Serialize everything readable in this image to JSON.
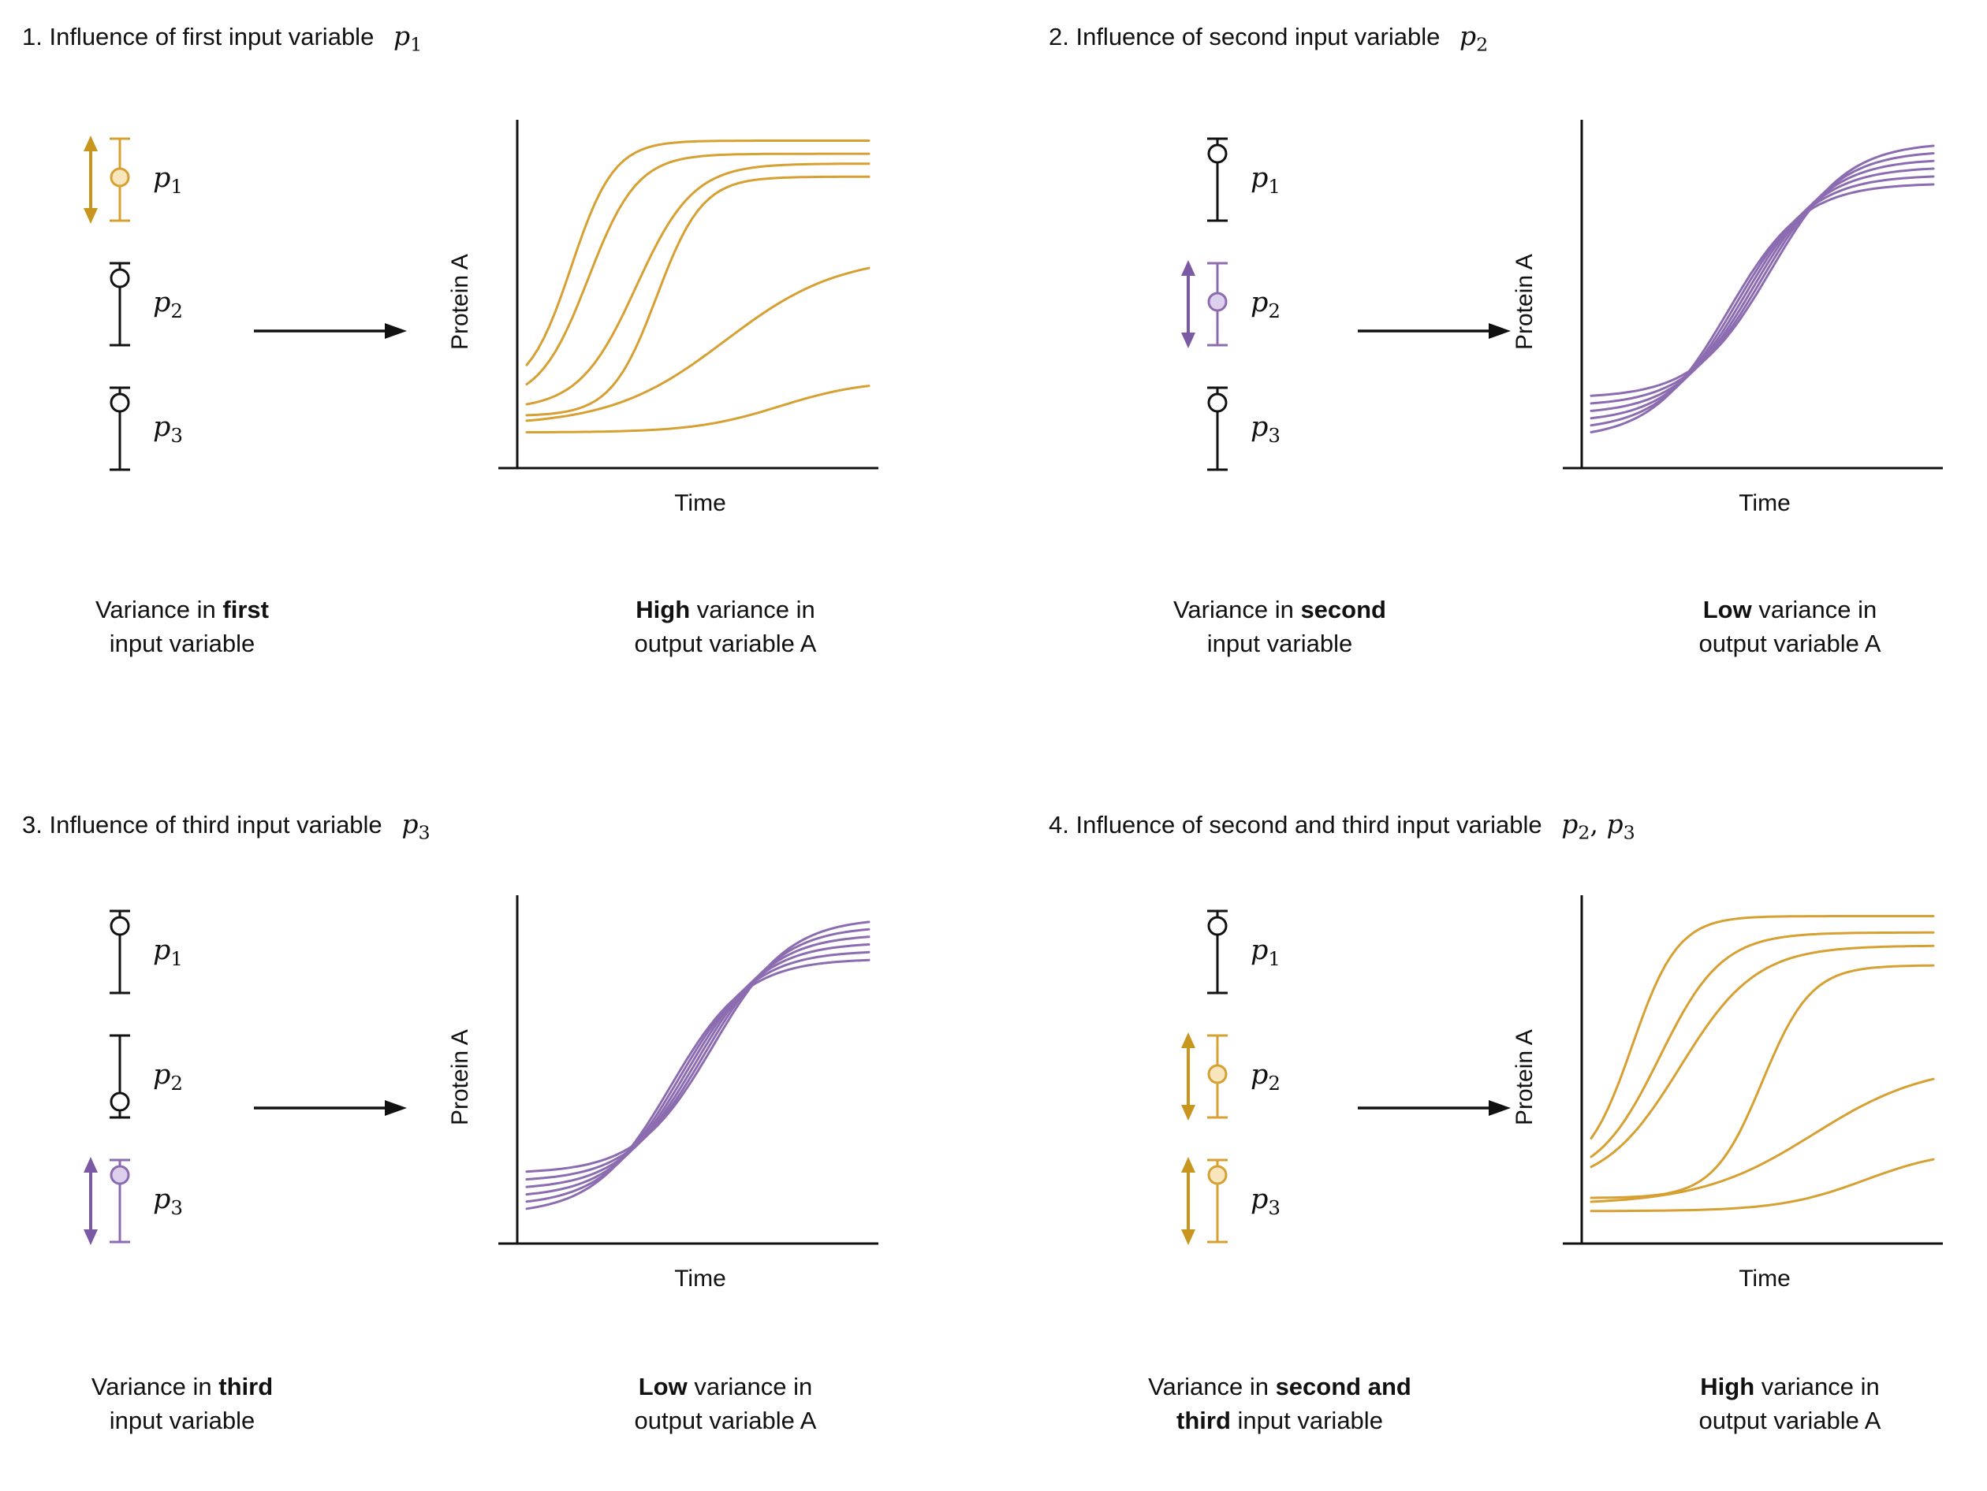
{
  "colors": {
    "ink": "#111111",
    "gold": "#D6A032",
    "gold_light": "#F8E6BC",
    "gold_dark": "#C8951F",
    "purple": "#8C6CB0",
    "purple_light": "#DCD0EC",
    "purple_dark": "#7B59A4"
  },
  "panels": [
    {
      "title": "1. Influence of first input variable",
      "title_vars": [
        {
          "label": "p",
          "sub": "1"
        }
      ],
      "variables": [
        {
          "label": "p",
          "sub": "1",
          "variant": "gold",
          "arrow": true,
          "circle": "middle"
        },
        {
          "label": "p",
          "sub": "2",
          "variant": "black",
          "arrow": false,
          "circle": "top"
        },
        {
          "label": "p",
          "sub": "3",
          "variant": "black",
          "arrow": false,
          "circle": "top"
        }
      ],
      "chart": {
        "ylabel": "Protein A",
        "xlabel": "Time",
        "color": "gold",
        "variance": "high",
        "curves": [
          {
            "y0": 0.2,
            "ymax": 0.97,
            "t0": 0.13,
            "k": 16
          },
          {
            "y0": 0.17,
            "ymax": 0.93,
            "t0": 0.18,
            "k": 14
          },
          {
            "y0": 0.15,
            "ymax": 0.9,
            "t0": 0.32,
            "k": 12
          },
          {
            "y0": 0.13,
            "ymax": 0.86,
            "t0": 0.38,
            "k": 15
          },
          {
            "y0": 0.1,
            "ymax": 0.62,
            "t0": 0.58,
            "k": 6
          },
          {
            "y0": 0.08,
            "ymax": 0.24,
            "t0": 0.74,
            "k": 8
          }
        ]
      },
      "caption_left": {
        "lines": [
          [
            {
              "t": "Variance in "
            },
            {
              "t": "first",
              "b": 1
            }
          ],
          [
            {
              "t": "input variable"
            }
          ]
        ]
      },
      "caption_right": {
        "lines": [
          [
            {
              "t": "High",
              "b": 1
            },
            {
              "t": " variance in"
            }
          ],
          [
            {
              "t": "output variable A"
            }
          ]
        ]
      }
    },
    {
      "title": "2. Influence of second input variable",
      "title_vars": [
        {
          "label": "p",
          "sub": "2"
        }
      ],
      "variables": [
        {
          "label": "p",
          "sub": "1",
          "variant": "black",
          "arrow": false,
          "circle": "top"
        },
        {
          "label": "p",
          "sub": "2",
          "variant": "purple",
          "arrow": true,
          "circle": "middle"
        },
        {
          "label": "p",
          "sub": "3",
          "variant": "black",
          "arrow": false,
          "circle": "top"
        }
      ],
      "chart": {
        "ylabel": "Protein A",
        "xlabel": "Time",
        "color": "purple",
        "variance": "low",
        "curves": [
          {
            "y0": 0.06,
            "ymax": 0.84,
            "t0": 0.4,
            "k": 9
          },
          {
            "y0": 0.085,
            "ymax": 0.865,
            "t0": 0.425,
            "k": 9
          },
          {
            "y0": 0.11,
            "ymax": 0.89,
            "t0": 0.45,
            "k": 9
          },
          {
            "y0": 0.135,
            "ymax": 0.915,
            "t0": 0.475,
            "k": 9
          },
          {
            "y0": 0.16,
            "ymax": 0.94,
            "t0": 0.5,
            "k": 9
          },
          {
            "y0": 0.185,
            "ymax": 0.965,
            "t0": 0.525,
            "k": 9
          }
        ]
      },
      "caption_left": {
        "lines": [
          [
            {
              "t": "Variance in "
            },
            {
              "t": "second",
              "b": 1
            }
          ],
          [
            {
              "t": "input variable"
            }
          ]
        ]
      },
      "caption_right": {
        "lines": [
          [
            {
              "t": "Low",
              "b": 1
            },
            {
              "t": " variance in"
            }
          ],
          [
            {
              "t": "output variable A"
            }
          ]
        ]
      }
    },
    {
      "title": "3. Influence of third input variable",
      "title_vars": [
        {
          "label": "p",
          "sub": "3"
        }
      ],
      "variables": [
        {
          "label": "p",
          "sub": "1",
          "variant": "black",
          "arrow": false,
          "circle": "top"
        },
        {
          "label": "p",
          "sub": "2",
          "variant": "black",
          "arrow": false,
          "circle": "bottom"
        },
        {
          "label": "p",
          "sub": "3",
          "variant": "purple",
          "arrow": true,
          "circle": "top"
        }
      ],
      "chart": {
        "ylabel": "Protein A",
        "xlabel": "Time",
        "color": "purple",
        "variance": "low",
        "curves": [
          {
            "y0": 0.06,
            "ymax": 0.84,
            "t0": 0.42,
            "k": 9
          },
          {
            "y0": 0.085,
            "ymax": 0.865,
            "t0": 0.445,
            "k": 9
          },
          {
            "y0": 0.11,
            "ymax": 0.89,
            "t0": 0.47,
            "k": 9
          },
          {
            "y0": 0.135,
            "ymax": 0.915,
            "t0": 0.495,
            "k": 9
          },
          {
            "y0": 0.16,
            "ymax": 0.94,
            "t0": 0.52,
            "k": 9
          },
          {
            "y0": 0.185,
            "ymax": 0.965,
            "t0": 0.545,
            "k": 9
          }
        ]
      },
      "caption_left": {
        "lines": [
          [
            {
              "t": "Variance in "
            },
            {
              "t": "third",
              "b": 1
            }
          ],
          [
            {
              "t": "input variable"
            }
          ]
        ]
      },
      "caption_right": {
        "lines": [
          [
            {
              "t": "Low",
              "b": 1
            },
            {
              "t": " variance in"
            }
          ],
          [
            {
              "t": "output variable A"
            }
          ]
        ]
      }
    },
    {
      "title": "4. Influence of second and third input variable",
      "title_vars": [
        {
          "label": "p",
          "sub": "2"
        },
        {
          "label": "p",
          "sub": "3"
        }
      ],
      "variables": [
        {
          "label": "p",
          "sub": "1",
          "variant": "black",
          "arrow": false,
          "circle": "top"
        },
        {
          "label": "p",
          "sub": "2",
          "variant": "gold",
          "arrow": true,
          "circle": "middle"
        },
        {
          "label": "p",
          "sub": "3",
          "variant": "gold",
          "arrow": true,
          "circle": "top"
        }
      ],
      "chart": {
        "ylabel": "Protein A",
        "xlabel": "Time",
        "color": "gold",
        "variance": "high",
        "curves": [
          {
            "y0": 0.18,
            "ymax": 0.97,
            "t0": 0.12,
            "k": 15
          },
          {
            "y0": 0.16,
            "ymax": 0.92,
            "t0": 0.2,
            "k": 11
          },
          {
            "y0": 0.14,
            "ymax": 0.88,
            "t0": 0.26,
            "k": 9
          },
          {
            "y0": 0.11,
            "ymax": 0.82,
            "t0": 0.5,
            "k": 14
          },
          {
            "y0": 0.09,
            "ymax": 0.52,
            "t0": 0.65,
            "k": 6
          },
          {
            "y0": 0.07,
            "ymax": 0.26,
            "t0": 0.8,
            "k": 8
          }
        ]
      },
      "caption_left": {
        "lines": [
          [
            {
              "t": "Variance in "
            },
            {
              "t": "second and",
              "b": 1
            }
          ],
          [
            {
              "t": "third",
              "b": 1
            },
            {
              "t": " input variable"
            }
          ]
        ]
      },
      "caption_right": {
        "lines": [
          [
            {
              "t": "High",
              "b": 1
            },
            {
              "t": " variance in"
            }
          ],
          [
            {
              "t": "output variable A"
            }
          ]
        ]
      }
    }
  ]
}
